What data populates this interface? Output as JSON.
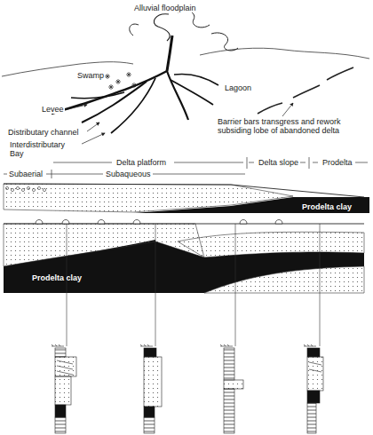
{
  "diagram": {
    "labels": [
      "Alluvial floodplain",
      "Swamp",
      "Levee",
      "Lagoon",
      "Distributary channel",
      "Interdistributary Bay",
      "Barrier bars transgress and rework subsiding lobe of abandoned delta",
      "Delta platform",
      "Delta slope",
      "Prodelta",
      "Subaerial",
      "Subaqueous",
      "Prodelta clay",
      "Prodelta clay"
    ]
  }
}
